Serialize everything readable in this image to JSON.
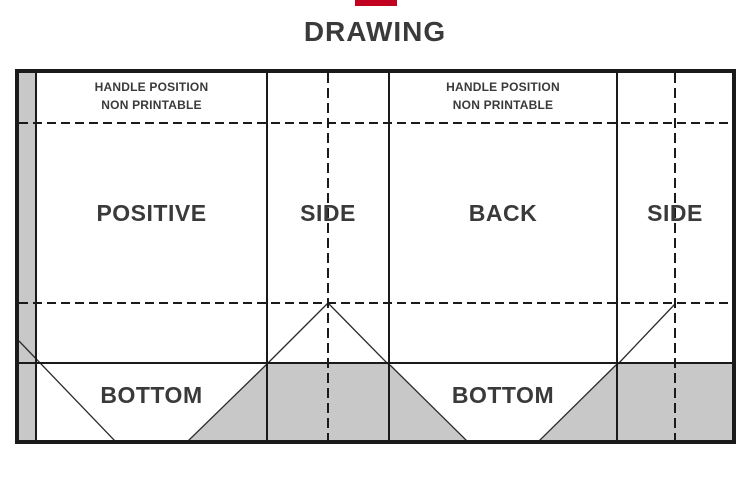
{
  "page": {
    "title": "DRAWING",
    "accent_color": "#c20120"
  },
  "diagram": {
    "colors": {
      "line": "#1a1a1a",
      "panel_fill_gray": "#c8c8c8",
      "text": "#3a3a3a"
    },
    "panels": {
      "front": {
        "label": "POSITIVE",
        "handle_note": [
          "HANDLE POSITION",
          "NON PRINTABLE"
        ],
        "bottom_label": "BOTTOM"
      },
      "side_left": {
        "label": "SIDE"
      },
      "back": {
        "label": "BACK",
        "handle_note": [
          "HANDLE POSITION",
          "NON PRINTABLE"
        ],
        "bottom_label": "BOTTOM"
      },
      "side_right": {
        "label": "SIDE"
      }
    }
  }
}
